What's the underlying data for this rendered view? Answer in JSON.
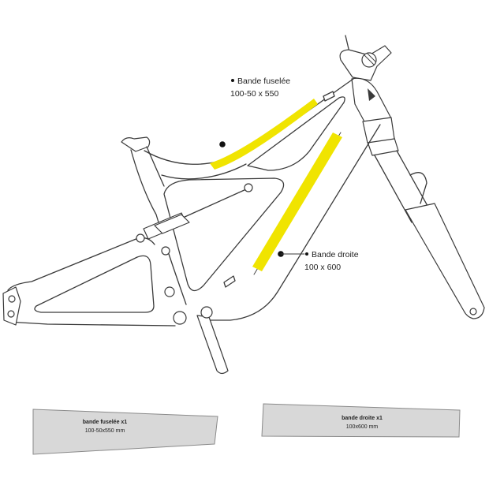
{
  "callouts": {
    "tapered": {
      "title": "Bande fuselée",
      "size": "100-50 x 550"
    },
    "straight": {
      "title": "Bande droite",
      "size": "100 x 600"
    }
  },
  "strips": {
    "tapered": {
      "label": "bande fuselée x1",
      "size": "100-50x550 mm"
    },
    "straight": {
      "label": "bande droite x1",
      "size": "100x600 mm"
    }
  },
  "colors": {
    "highlight": "#f0e400",
    "strip_fill": "#d8d8d8",
    "marker": "#111111"
  }
}
